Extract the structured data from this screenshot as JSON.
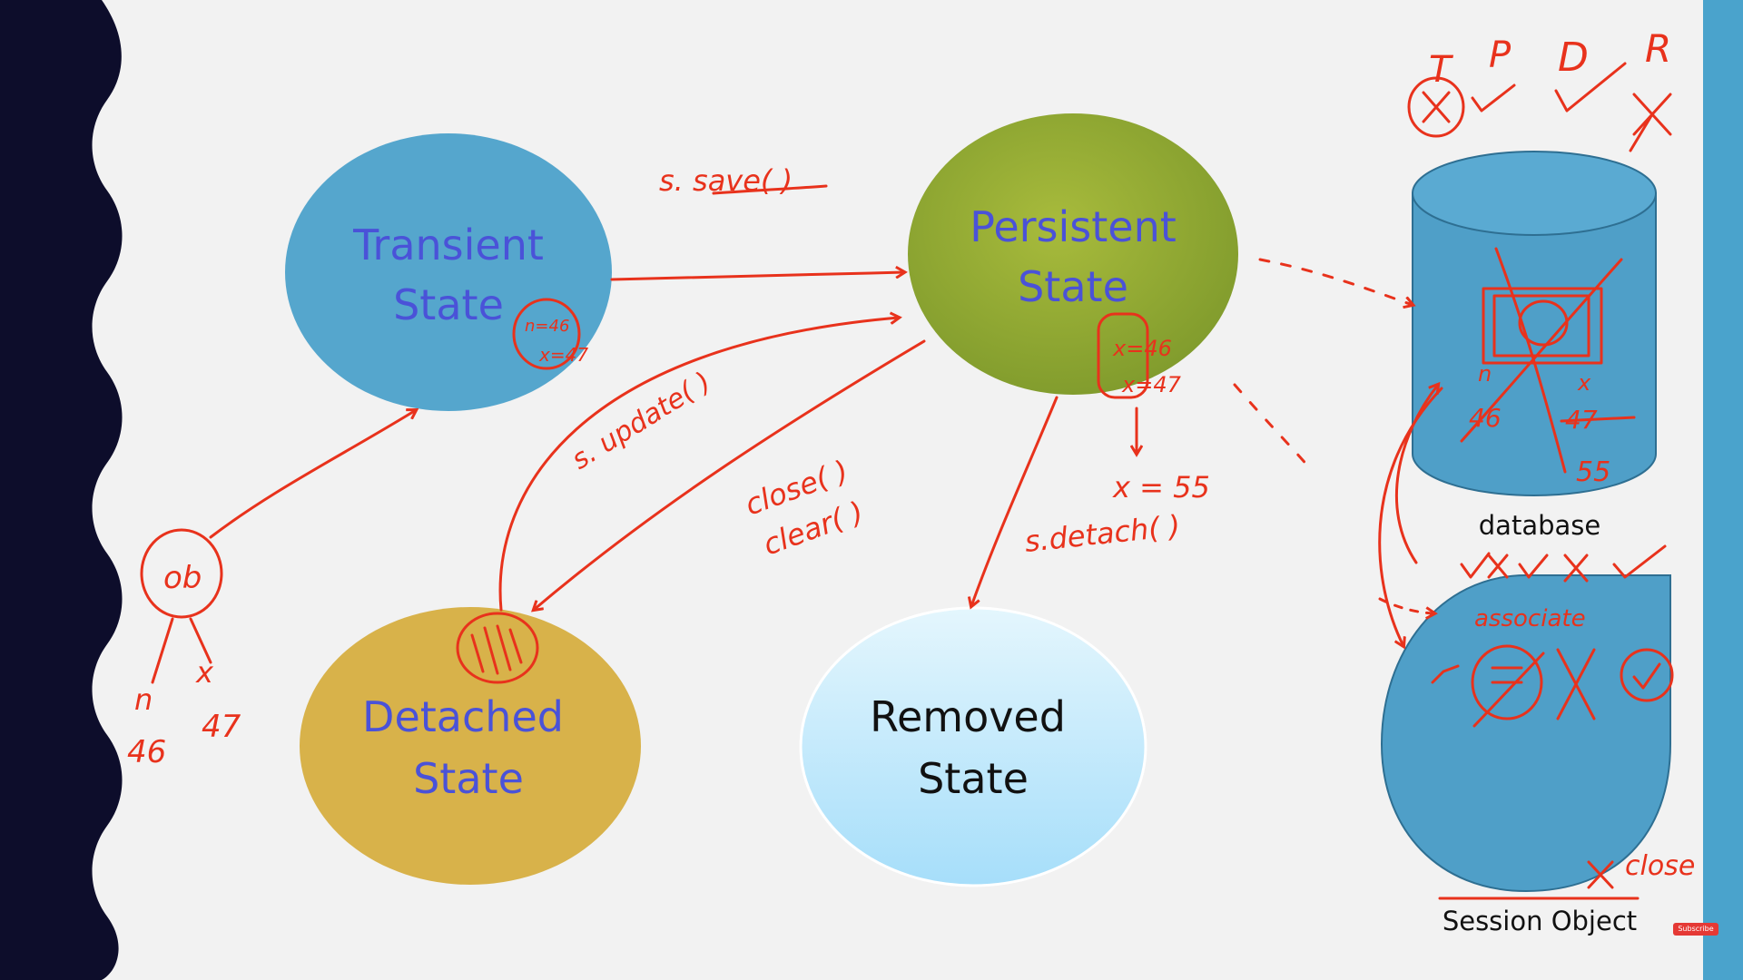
{
  "states": {
    "transient": {
      "line1": "Transient",
      "line2": "State"
    },
    "persistent": {
      "line1": "Persistent",
      "line2": "State"
    },
    "detached": {
      "line1": "Detached",
      "line2": "State"
    },
    "removed": {
      "line1": "Removed",
      "line2": "State"
    }
  },
  "side": {
    "database_label": "database",
    "session_label": "Session Object"
  },
  "annotations": {
    "save": "s. save( )",
    "update": "s. update( )",
    "close": "close( )",
    "clear": "clear( )",
    "detach": "s.detach( )",
    "x_assign": "x = 55",
    "close_session": "close",
    "associate": "associate",
    "ob": "ob",
    "n_label": "n",
    "x_label": "x",
    "n_value": "46",
    "x_value": "47",
    "db_n": "n",
    "db_x": "x",
    "db_n_val": "46",
    "db_x_val": "47",
    "db_x_new": "55",
    "letter_t": "T",
    "letter_p": "P",
    "letter_d": "D",
    "letter_r": "R",
    "transient_note_n": "n=46",
    "transient_note_x": "x=47",
    "persist_note_x": "x=46",
    "persist_note_x2": "x=47"
  },
  "colors": {
    "transient_fill": "#55a6cd",
    "persistent_fill": "#9cb038",
    "detached_fill": "#d8b24a",
    "removed_fill": "#bfe8fa",
    "database_fill": "#4f9fc8",
    "ink": "#e8321c",
    "left_bar": "#0d0d2b",
    "right_bar": "#4aa3cc"
  },
  "badge": {
    "text": "Subscribe"
  }
}
